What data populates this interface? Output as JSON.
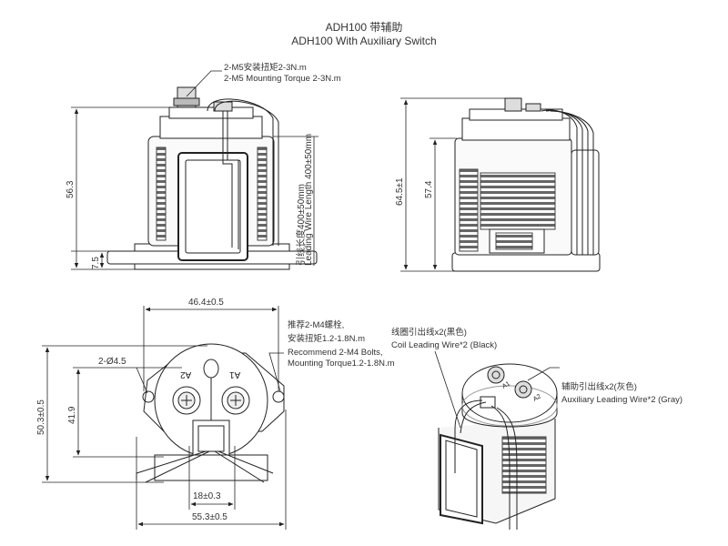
{
  "title": {
    "zh": "ADH100 带辅助",
    "en": "ADH100 With Auxiliary Switch"
  },
  "notes": {
    "m5_zh": "2-M5安装扭矩2-3N.m",
    "m5_en": "2-M5 Mounting Torque 2-3N.m",
    "wire_len_zh": "引线长度400±50mm",
    "wire_len_en": "Leading Wire Length 400±50mm",
    "m4_zh_1": "推荐2-M4螺栓,",
    "m4_zh_2": "安装扭矩1.2-1.8N.m",
    "m4_en_1": "Recommend 2-M4 Bolts,",
    "m4_en_2": "Mounting Torque1.2-1.8N.m",
    "coil_zh": "线圈引出线x2(黑色)",
    "coil_en": "Coil Leading Wire*2 (Black)",
    "aux_zh": "辅助引出线x2(灰色)",
    "aux_en": "Auxiliary Leading Wire*2 (Gray)"
  },
  "dimensions": {
    "front_height": "56.3",
    "front_base": "7.5",
    "side_total": "64.5±1",
    "side_body": "57.4",
    "top_width": "46.4±0.5",
    "hole": "2-Ø4.5",
    "top_depth_total": "50.3±0.5",
    "top_depth": "41.9",
    "terminal_spacing": "18±0.3",
    "overall_width": "55.3±0.5"
  },
  "terminals": {
    "a2": "A2",
    "a1": "A1",
    "a1_small": "A1",
    "a2_small": "A2"
  }
}
